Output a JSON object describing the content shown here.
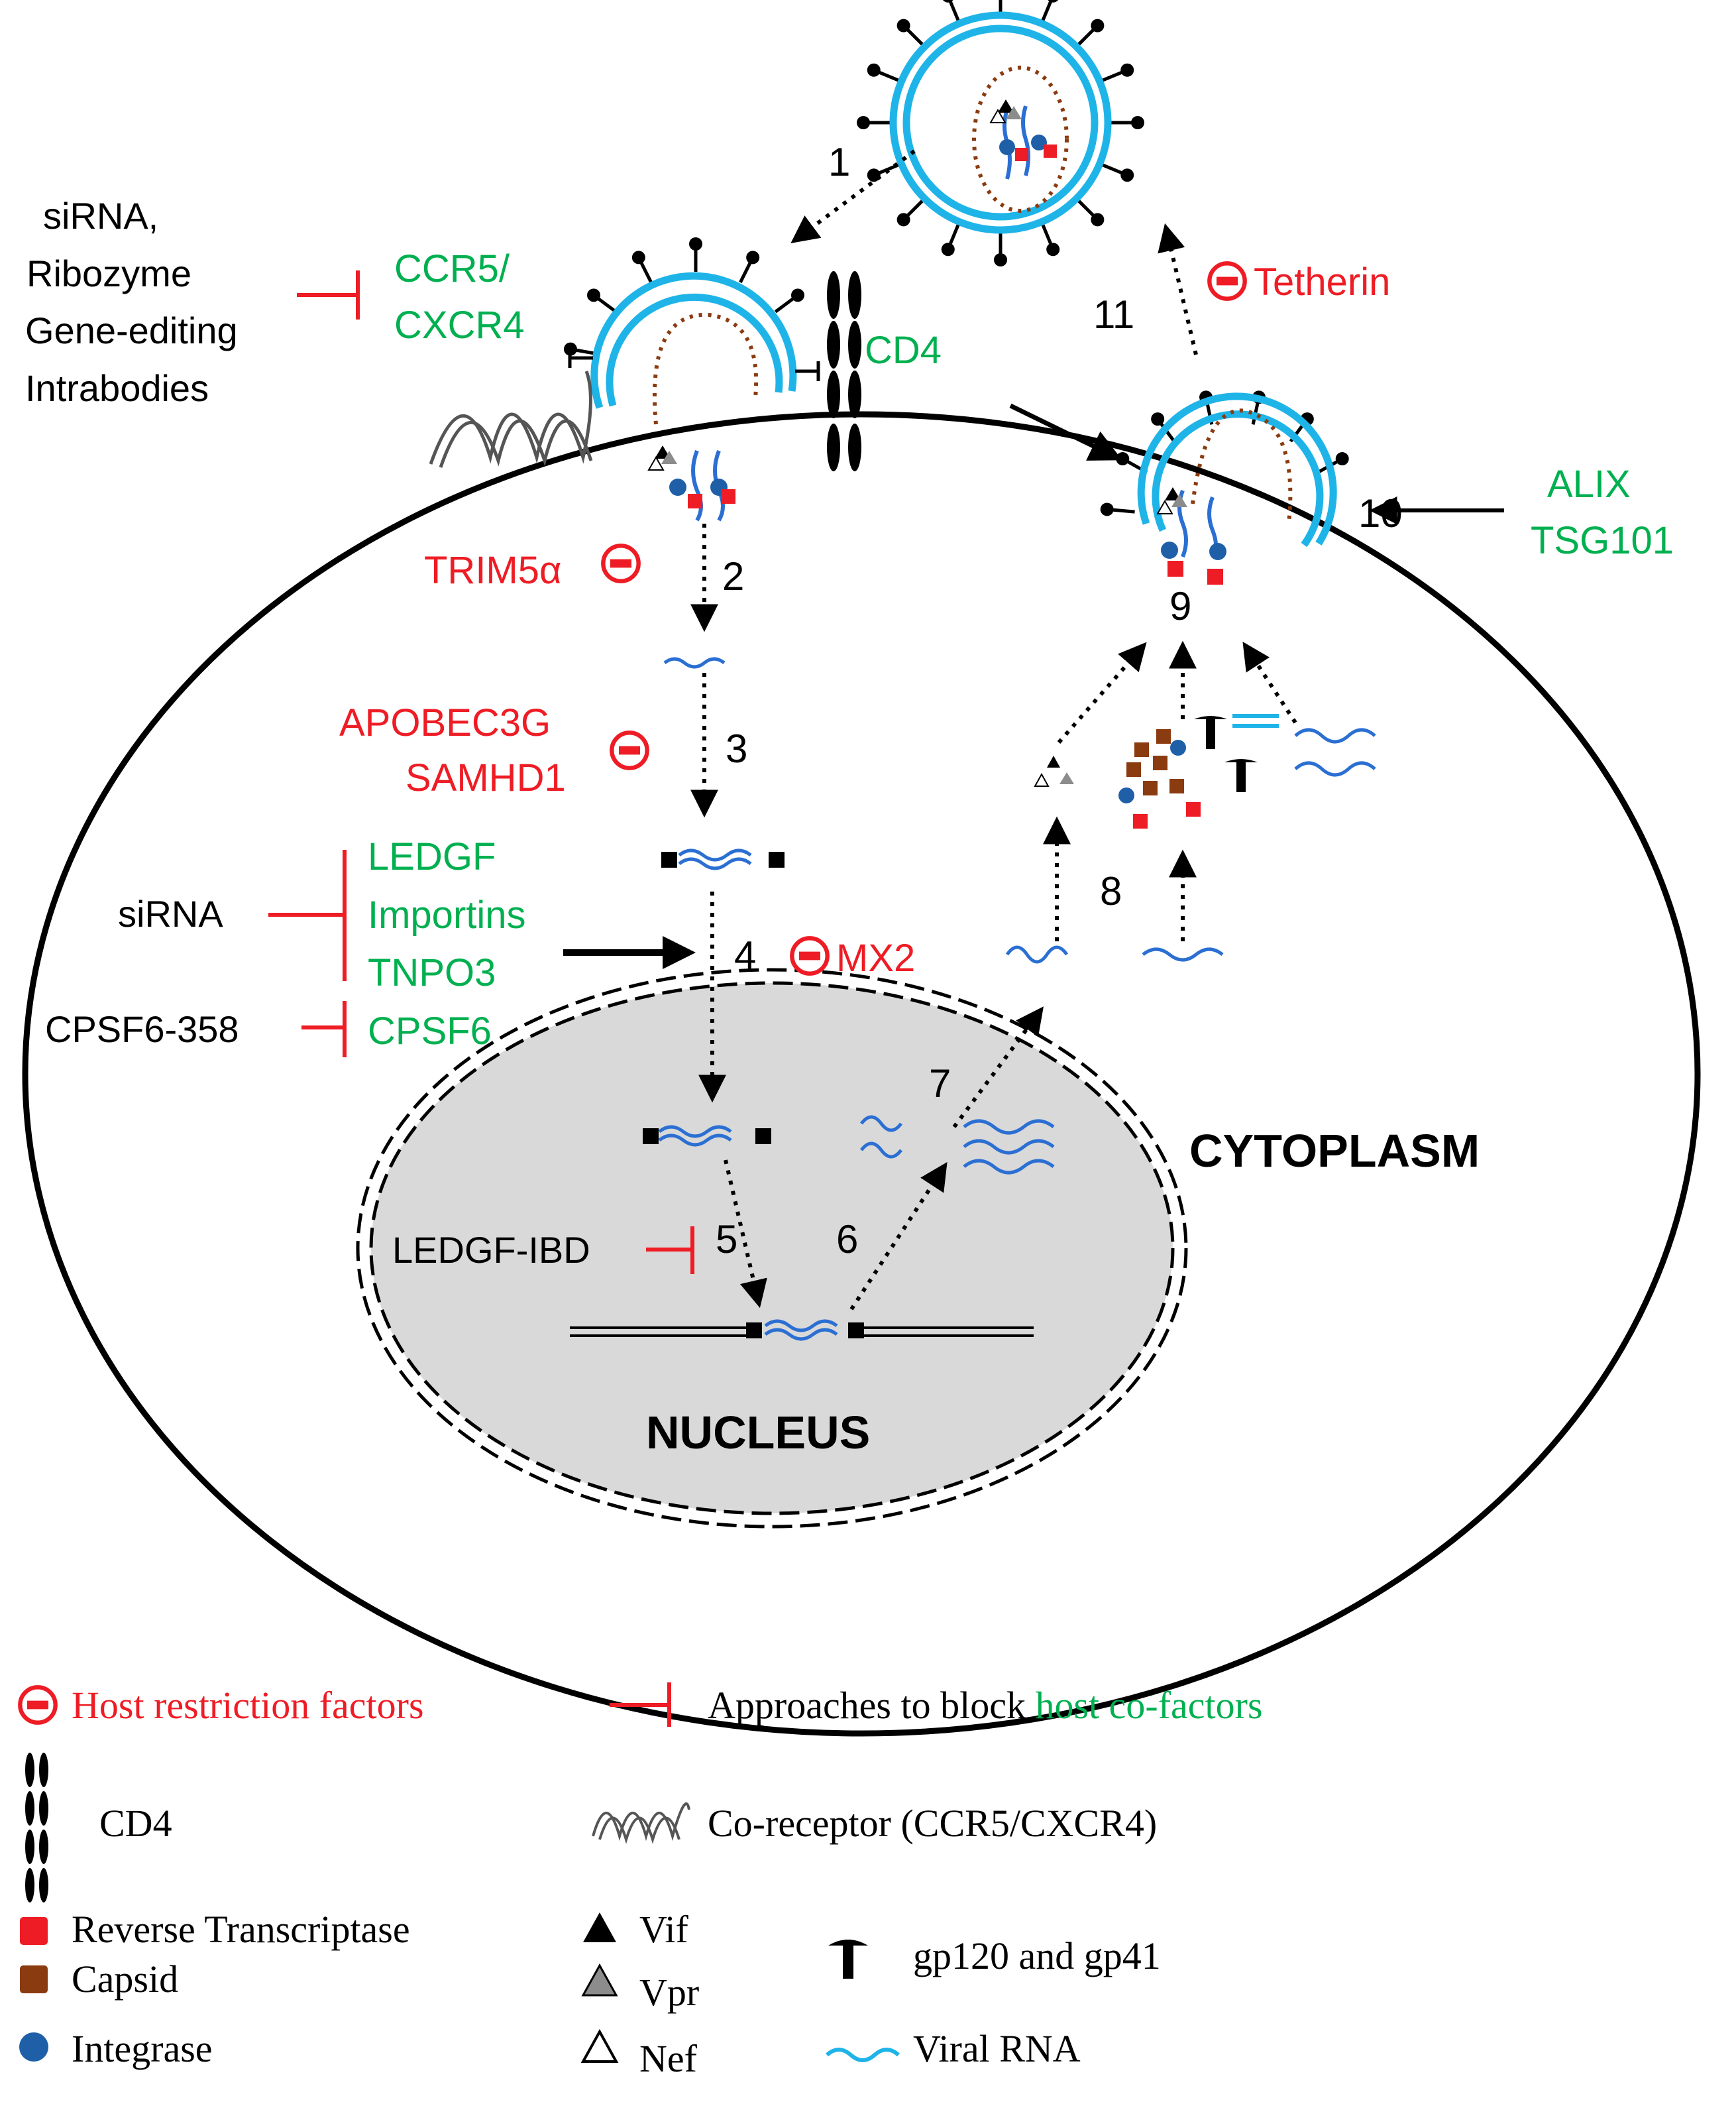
{
  "colors": {
    "restriction": "#ee1c25",
    "cofactor": "#00b050",
    "membrane": "#1fb4e8",
    "rna": "#2b6fd3",
    "integrase": "#1f5fa8",
    "capsid": "#8b3b10",
    "rt": "#ee1c25",
    "nucleus_fill": "#d9d9d9",
    "black": "#000000",
    "grey": "#8c8c8c"
  },
  "steps": [
    "1",
    "2",
    "3",
    "4",
    "5",
    "6",
    "7",
    "8",
    "9",
    "10",
    "11"
  ],
  "left_approaches": {
    "line1": "siRNA,",
    "line2": "Ribozyme",
    "line3": "Gene-editing",
    "line4": "Intrabodies"
  },
  "cofactors": {
    "ccr5": "CCR5/",
    "cxcr4": "CXCR4",
    "cd4": "CD4",
    "ledgf": "LEDGF",
    "importins": "Importins",
    "tnpo3": "TNPO3",
    "cpsf6": "CPSF6",
    "alix": "ALIX",
    "tsg101": "TSG101"
  },
  "restriction_factors": {
    "trim5a": "TRIM5α",
    "apobec3g": "APOBEC3G",
    "samhd1": "SAMHD1",
    "mx2": "MX2",
    "tetherin": "Tetherin"
  },
  "inhibitors": {
    "sirna": "siRNA",
    "cpsf6_358": "CPSF6-358",
    "ledgf_ibd": "LEDGF-IBD"
  },
  "compartments": {
    "cytoplasm": "CYTOPLASM",
    "nucleus": "NUCLEUS"
  },
  "legend": {
    "restriction": "Host restriction factors",
    "approaches_prefix": "Approaches to block ",
    "approaches_suffix": "host co-factors",
    "cd4": "CD4",
    "coreceptor": "Co-receptor (CCR5/CXCR4)",
    "rt": "Reverse Transcriptase",
    "capsid": "Capsid",
    "integrase": "Integrase",
    "vif": "Vif",
    "vpr": "Vpr",
    "nef": "Nef",
    "gp": "gp120 and gp41",
    "rna": "Viral RNA"
  }
}
